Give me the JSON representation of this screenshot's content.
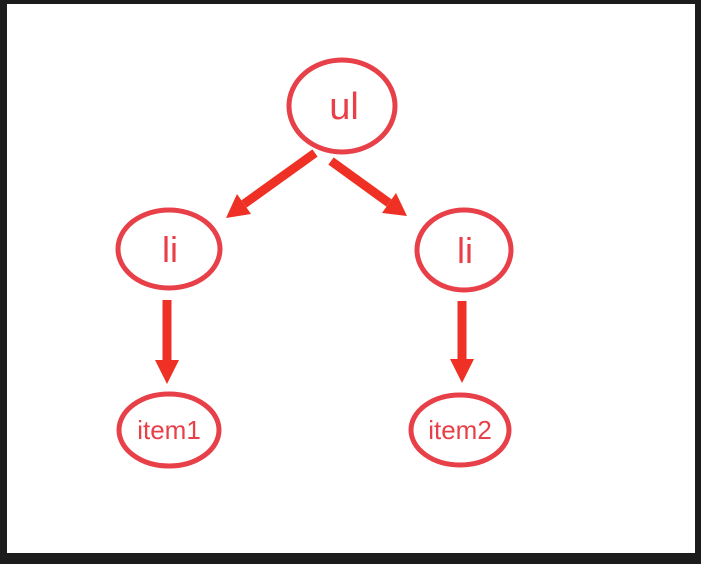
{
  "colors": {
    "node": "#e84049",
    "arrow": "#ee3124",
    "canvas_background": "#ffffff",
    "frame": "#1c1c1c"
  },
  "diagram": {
    "type": "tree",
    "nodes": [
      {
        "id": "ul",
        "label": "ul"
      },
      {
        "id": "li-left",
        "label": "li"
      },
      {
        "id": "li-right",
        "label": "li"
      },
      {
        "id": "item1",
        "label": "item1"
      },
      {
        "id": "item2",
        "label": "item2"
      }
    ],
    "edges": [
      {
        "from": "ul",
        "to": "li-left"
      },
      {
        "from": "ul",
        "to": "li-right"
      },
      {
        "from": "li-left",
        "to": "item1"
      },
      {
        "from": "li-right",
        "to": "item2"
      }
    ]
  }
}
